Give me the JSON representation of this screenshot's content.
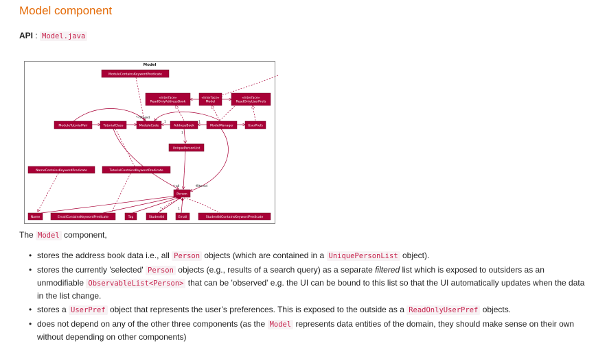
{
  "heading": "Model component",
  "api": {
    "label": "API",
    "colon": ":",
    "link": "Model.java"
  },
  "diagram": {
    "frame_title": "Model",
    "boxes": {
      "module_predicate": "ModuleContainsKeywordPredicate",
      "ro_address_book": [
        "«Interface»",
        "ReadOnlyAddressBook"
      ],
      "model_iface": [
        "«Interface»",
        "Model"
      ],
      "ro_user_prefs": [
        "«Interface»",
        "ReadOnlyUserPrefs"
      ],
      "module_tutorial_pair": "ModuleTutorialPair",
      "tutorial_class": "TutorialClass",
      "module_code": "ModuleCode",
      "address_book": "AddressBook",
      "model_manager": "ModelManager",
      "user_prefs": "UserPrefs",
      "unique_person_list": "UniquePersonList",
      "name_predicate": "NameContainsKeywordPredicate",
      "tutorial_predicate": "TutorialContainsKeywordPredicate",
      "person": "Person",
      "name": "Name",
      "email_predicate": "EmailContainsKeywordPredicate",
      "tag": "Tag",
      "student_id": "StudentId",
      "email": "Email",
      "studentid_predicate": "StudentIdContainsKeywordPredicate"
    },
    "labels": {
      "filtered_top": "*-filtered",
      "filtered_person": "-filtered",
      "all": "*-all",
      "mult_one": "1",
      "mult_star": "*"
    }
  },
  "intro": {
    "pre": "The",
    "code": "Model",
    "post": "component,"
  },
  "bullets": [
    {
      "parts": [
        {
          "t": "stores the address book data i.e., all "
        },
        {
          "c": "Person"
        },
        {
          "t": " objects (which are contained in a "
        },
        {
          "c": "UniquePersonList"
        },
        {
          "t": " object)."
        }
      ]
    },
    {
      "parts": [
        {
          "t": "stores the currently 'selected' "
        },
        {
          "c": "Person"
        },
        {
          "t": " objects (e.g., results of a search query) as a separate "
        },
        {
          "i": "filtered"
        },
        {
          "t": " list which is exposed to outsiders as an unmodifiable "
        },
        {
          "c": "ObservableList<Person>"
        },
        {
          "t": " that can be 'observed' e.g. the UI can be bound to this list so that the UI automatically updates when the data in the list change."
        }
      ]
    },
    {
      "parts": [
        {
          "t": "stores a "
        },
        {
          "c": "UserPref"
        },
        {
          "t": " object that represents the user’s preferences. This is exposed to the outside as a "
        },
        {
          "c": "ReadOnlyUserPref"
        },
        {
          "t": " objects."
        }
      ]
    },
    {
      "parts": [
        {
          "t": "does not depend on any of the other three components (as the "
        },
        {
          "c": "Model"
        },
        {
          "t": " represents data entities of the domain, they should make sense on their own without depending on other components)"
        }
      ]
    }
  ],
  "colors": {
    "heading": "#e46c0a",
    "box_fill": "#a80036",
    "box_text": "#ffffff",
    "code_text": "#c7254e",
    "code_bg": "#f7f2f4"
  }
}
